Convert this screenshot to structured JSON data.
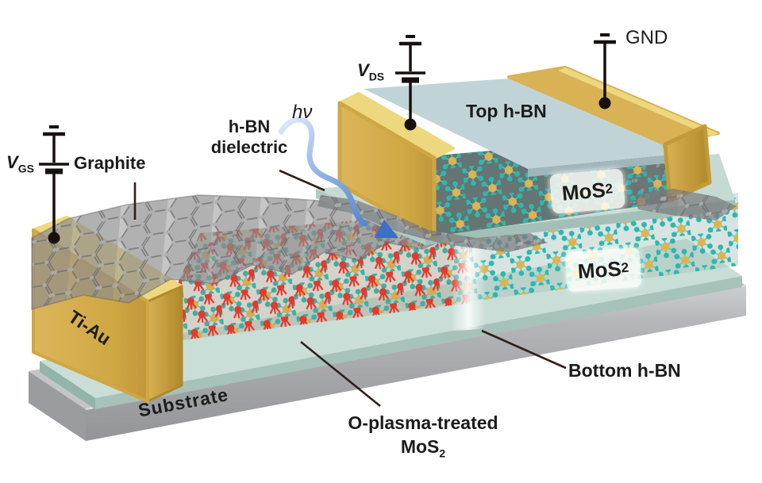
{
  "figure": {
    "kind": "3D device schematic",
    "labels": {
      "v_gs": {
        "v": "V",
        "sub": "GS"
      },
      "v_ds": {
        "v": "V",
        "sub": "DS"
      },
      "gnd": "GND",
      "graphite": "Graphite",
      "hbn_dielectric": {
        "line1": "h-BN",
        "line2": "dielectric"
      },
      "photon": "hν",
      "top_hbn": "Top h-BN",
      "mos2_top": {
        "main": "MoS",
        "sub": "2"
      },
      "mos2_bottom": {
        "main": "MoS",
        "sub": "2"
      },
      "ti_au": "Ti-Au",
      "substrate": "Substrate",
      "o_plasma": {
        "line1": "O-plasma-treated",
        "line2_main": "MoS",
        "line2_sub": "2"
      },
      "bottom_hbn": "Bottom h-BN"
    },
    "colors": {
      "gold": "#d8b254",
      "gold_light": "#efd87e",
      "gold_dark": "#b68d2c",
      "top_hbn_blue": "#c0d4d7",
      "hbn_green": "#c8ded6",
      "hbn_green_edge": "#a3bfb7",
      "substrate_gray": "#c4c5c9",
      "substrate_front": "#a9aaae",
      "mos_teal": "#2fb6ae",
      "mo_gold": "#d9b653",
      "oxygen_red": "#e23a2e",
      "graphite_gray": "#8e8e90",
      "arrow_blue": "#3e6fc6",
      "wire_black": "#181010",
      "text": "#1c1c1c"
    }
  }
}
